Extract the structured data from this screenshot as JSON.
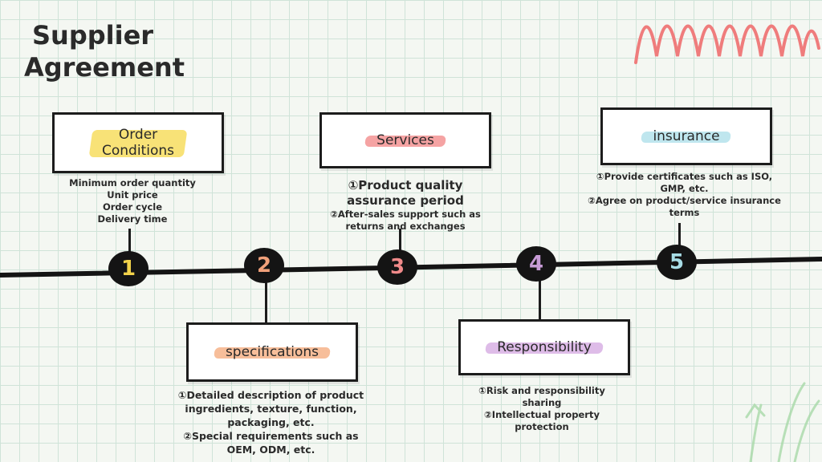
{
  "title": {
    "line1": "Supplier",
    "line2": "Agreement"
  },
  "nodes": [
    {
      "num": "1",
      "color": "#f2d24a"
    },
    {
      "num": "2",
      "color": "#f0a07a"
    },
    {
      "num": "3",
      "color": "#f08a8a"
    },
    {
      "num": "4",
      "color": "#c79bd6"
    },
    {
      "num": "5",
      "color": "#a8dde6"
    }
  ],
  "boxes": {
    "order": {
      "line1": "Order",
      "line2": "Conditions",
      "highlight": "#f6d84a"
    },
    "specifications": {
      "label": "specifications",
      "highlight": "#f4a878"
    },
    "services": {
      "label": "Services",
      "highlight": "#f28484"
    },
    "responsibility": {
      "label": "Responsibility",
      "highlight": "#d3a6e0"
    },
    "insurance": {
      "label": "insurance",
      "highlight": "#a9dee8"
    }
  },
  "descriptions": {
    "order": [
      "Minimum order quantity",
      "Unit price",
      "Order cycle",
      "Delivery time"
    ],
    "specifications": [
      "①Detailed description of product",
      "ingredients, texture, function,",
      "packaging, etc.",
      "②Special requirements such as",
      "OEM, ODM, etc."
    ],
    "services": [
      "①Product quality",
      "assurance period",
      "②After-sales support such as",
      "returns and exchanges"
    ],
    "responsibility": [
      "①Risk and responsibility",
      "sharing",
      "②Intellectual property",
      "protection"
    ],
    "insurance": [
      "①Provide certificates such as ISO,",
      "GMP, etc.",
      "②Agree on product/service insurance",
      "terms"
    ]
  }
}
